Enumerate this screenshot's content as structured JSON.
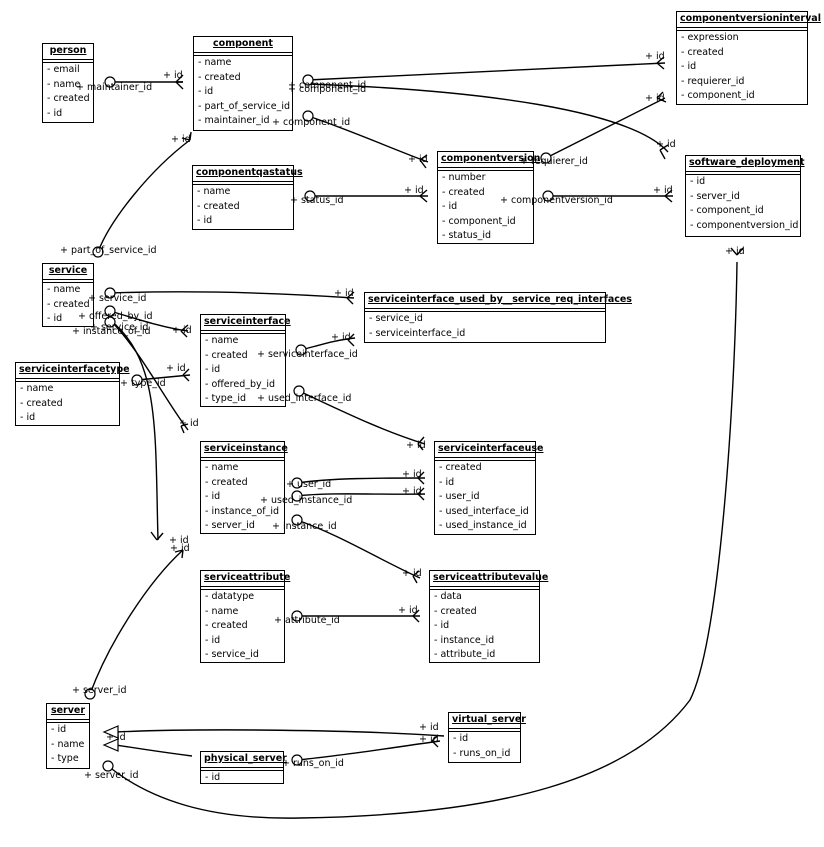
{
  "entities": {
    "person": {
      "name": "person",
      "attrs": [
        "- email",
        "- name",
        "- created",
        "- id"
      ]
    },
    "component": {
      "name": "component",
      "attrs": [
        "- name",
        "- created",
        "- id",
        "- part_of_service_id",
        "- maintainer_id"
      ]
    },
    "componentversioninterval": {
      "name": "componentversioninterval",
      "attrs": [
        "- expression",
        "- created",
        "- id",
        "- requierer_id",
        "- component_id"
      ]
    },
    "software_deployment": {
      "name": "software_deployment",
      "attrs": [
        "- id",
        "- server_id",
        "- component_id",
        "- componentversion_id"
      ]
    },
    "componentqastatus": {
      "name": "componentqastatus",
      "attrs": [
        "- name",
        "- created",
        "- id"
      ]
    },
    "componentversion": {
      "name": "componentversion",
      "attrs": [
        "- number",
        "- created",
        "- id",
        "- component_id",
        "- status_id"
      ]
    },
    "service": {
      "name": "service",
      "attrs": [
        "- name",
        "- created",
        "- id"
      ]
    },
    "siurs": {
      "name": "serviceinterface_used_by__service_req_interfaces",
      "attrs": [
        "- service_id",
        "- serviceinterface_id"
      ]
    },
    "serviceinterface": {
      "name": "serviceinterface",
      "attrs": [
        "- name",
        "- created",
        "- id",
        "- offered_by_id",
        "- type_id"
      ]
    },
    "serviceinterfacetype": {
      "name": "serviceinterfacetype",
      "attrs": [
        "- name",
        "- created",
        "- id"
      ]
    },
    "serviceinstance": {
      "name": "serviceinstance",
      "attrs": [
        "- name",
        "- created",
        "- id",
        "- instance_of_id",
        "- server_id"
      ]
    },
    "serviceinterfaceuse": {
      "name": "serviceinterfaceuse",
      "attrs": [
        "- created",
        "- id",
        "- user_id",
        "- used_interface_id",
        "- used_instance_id"
      ]
    },
    "serviceattribute": {
      "name": "serviceattribute",
      "attrs": [
        "- datatype",
        "- name",
        "- created",
        "- id",
        "- service_id"
      ]
    },
    "serviceattributevalue": {
      "name": "serviceattributevalue",
      "attrs": [
        "- data",
        "- created",
        "- id",
        "- instance_id",
        "- attribute_id"
      ]
    },
    "server": {
      "name": "server",
      "attrs": [
        "- id",
        "- name",
        "- type"
      ]
    },
    "virtual_server": {
      "name": "virtual_server",
      "attrs": [
        "- id",
        "- runs_on_id"
      ]
    },
    "physical_server": {
      "name": "physical_server",
      "attrs": [
        "- id"
      ]
    }
  },
  "labels": [
    "+ maintainer_id",
    "+ id",
    "+ component_id",
    "+ id",
    "+ component_id",
    "+ id",
    "+ component_id",
    "+ id",
    "+ part_of_service_id",
    "+ id",
    "+ requierer_id",
    "+ id",
    "+ status_id",
    "+ id",
    "+ componentversion_id",
    "+ id",
    "+ service_id",
    "+ id",
    "+ offered_by_id",
    "+ id",
    "+ service_id",
    "+ id",
    "+ instance_of_id",
    "+ id",
    "+ type_id",
    "+ id",
    "+ serviceinterface_id",
    "+ id",
    "+ used_interface_id",
    "+ id",
    "+ user_id",
    "+ id",
    "+ used_instance_id",
    "+ id",
    "+ instance_id",
    "+ id",
    "+ attribute_id",
    "+ id",
    "+ server_id",
    "+ id",
    "+ id",
    "+ id",
    "+ runs_on_id",
    "+ id",
    "+ server_id",
    "+ id"
  ]
}
